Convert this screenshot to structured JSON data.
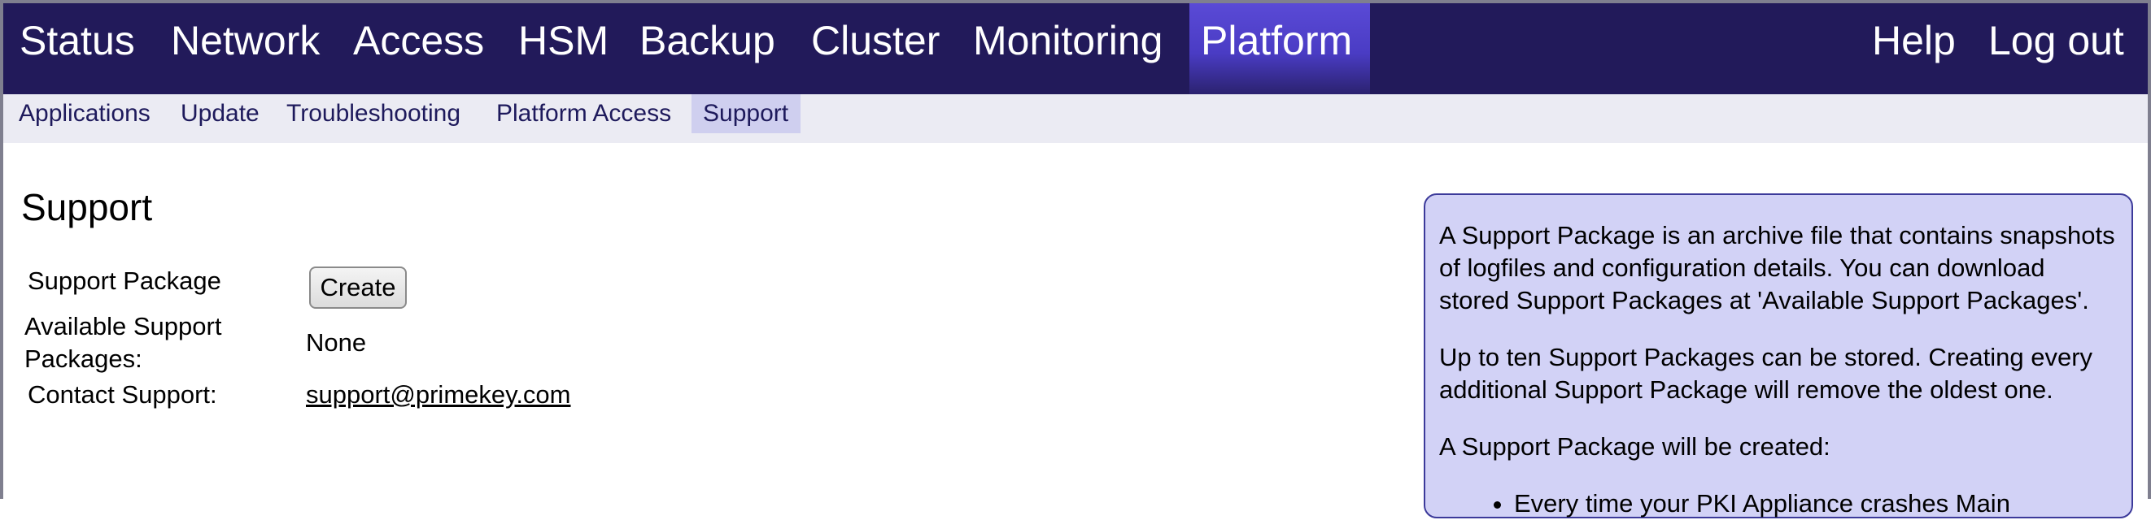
{
  "top_nav": {
    "items": [
      {
        "label": "Status"
      },
      {
        "label": "Network"
      },
      {
        "label": "Access"
      },
      {
        "label": "HSM"
      },
      {
        "label": "Backup"
      },
      {
        "label": "Cluster"
      },
      {
        "label": "Monitoring"
      },
      {
        "label": "Platform",
        "active": true
      }
    ],
    "help_label": "Help",
    "logout_label": "Log out",
    "bg_color": "#221a5a",
    "active_color": "#4a3cc4"
  },
  "sub_nav": {
    "items": [
      {
        "label": "Applications"
      },
      {
        "label": "Update"
      },
      {
        "label": "Troubleshooting"
      },
      {
        "label": "Platform Access"
      },
      {
        "label": "Support",
        "active": true
      }
    ]
  },
  "page": {
    "title": "Support",
    "rows": {
      "support_package_label": "Support Package",
      "create_button_label": "Create",
      "available_label": "Available Support Packages:",
      "available_value": "None",
      "contact_label": "Contact Support:",
      "contact_link": "support@primekey.com"
    }
  },
  "info_box": {
    "para1": "A Support Package is an archive file that contains snapshots of logfiles and configuration details. You can download stored Support Packages at 'Available Support Packages'.",
    "para2": "Up to ten Support Packages can be stored. Creating every additional Support Package will remove the oldest one.",
    "para3": "A Support Package will be created:",
    "list_item_partial": "Every time your PKI Appliance crashes  Main",
    "bg_color": "#d2d2f6",
    "border_color": "#3c3a9a"
  }
}
